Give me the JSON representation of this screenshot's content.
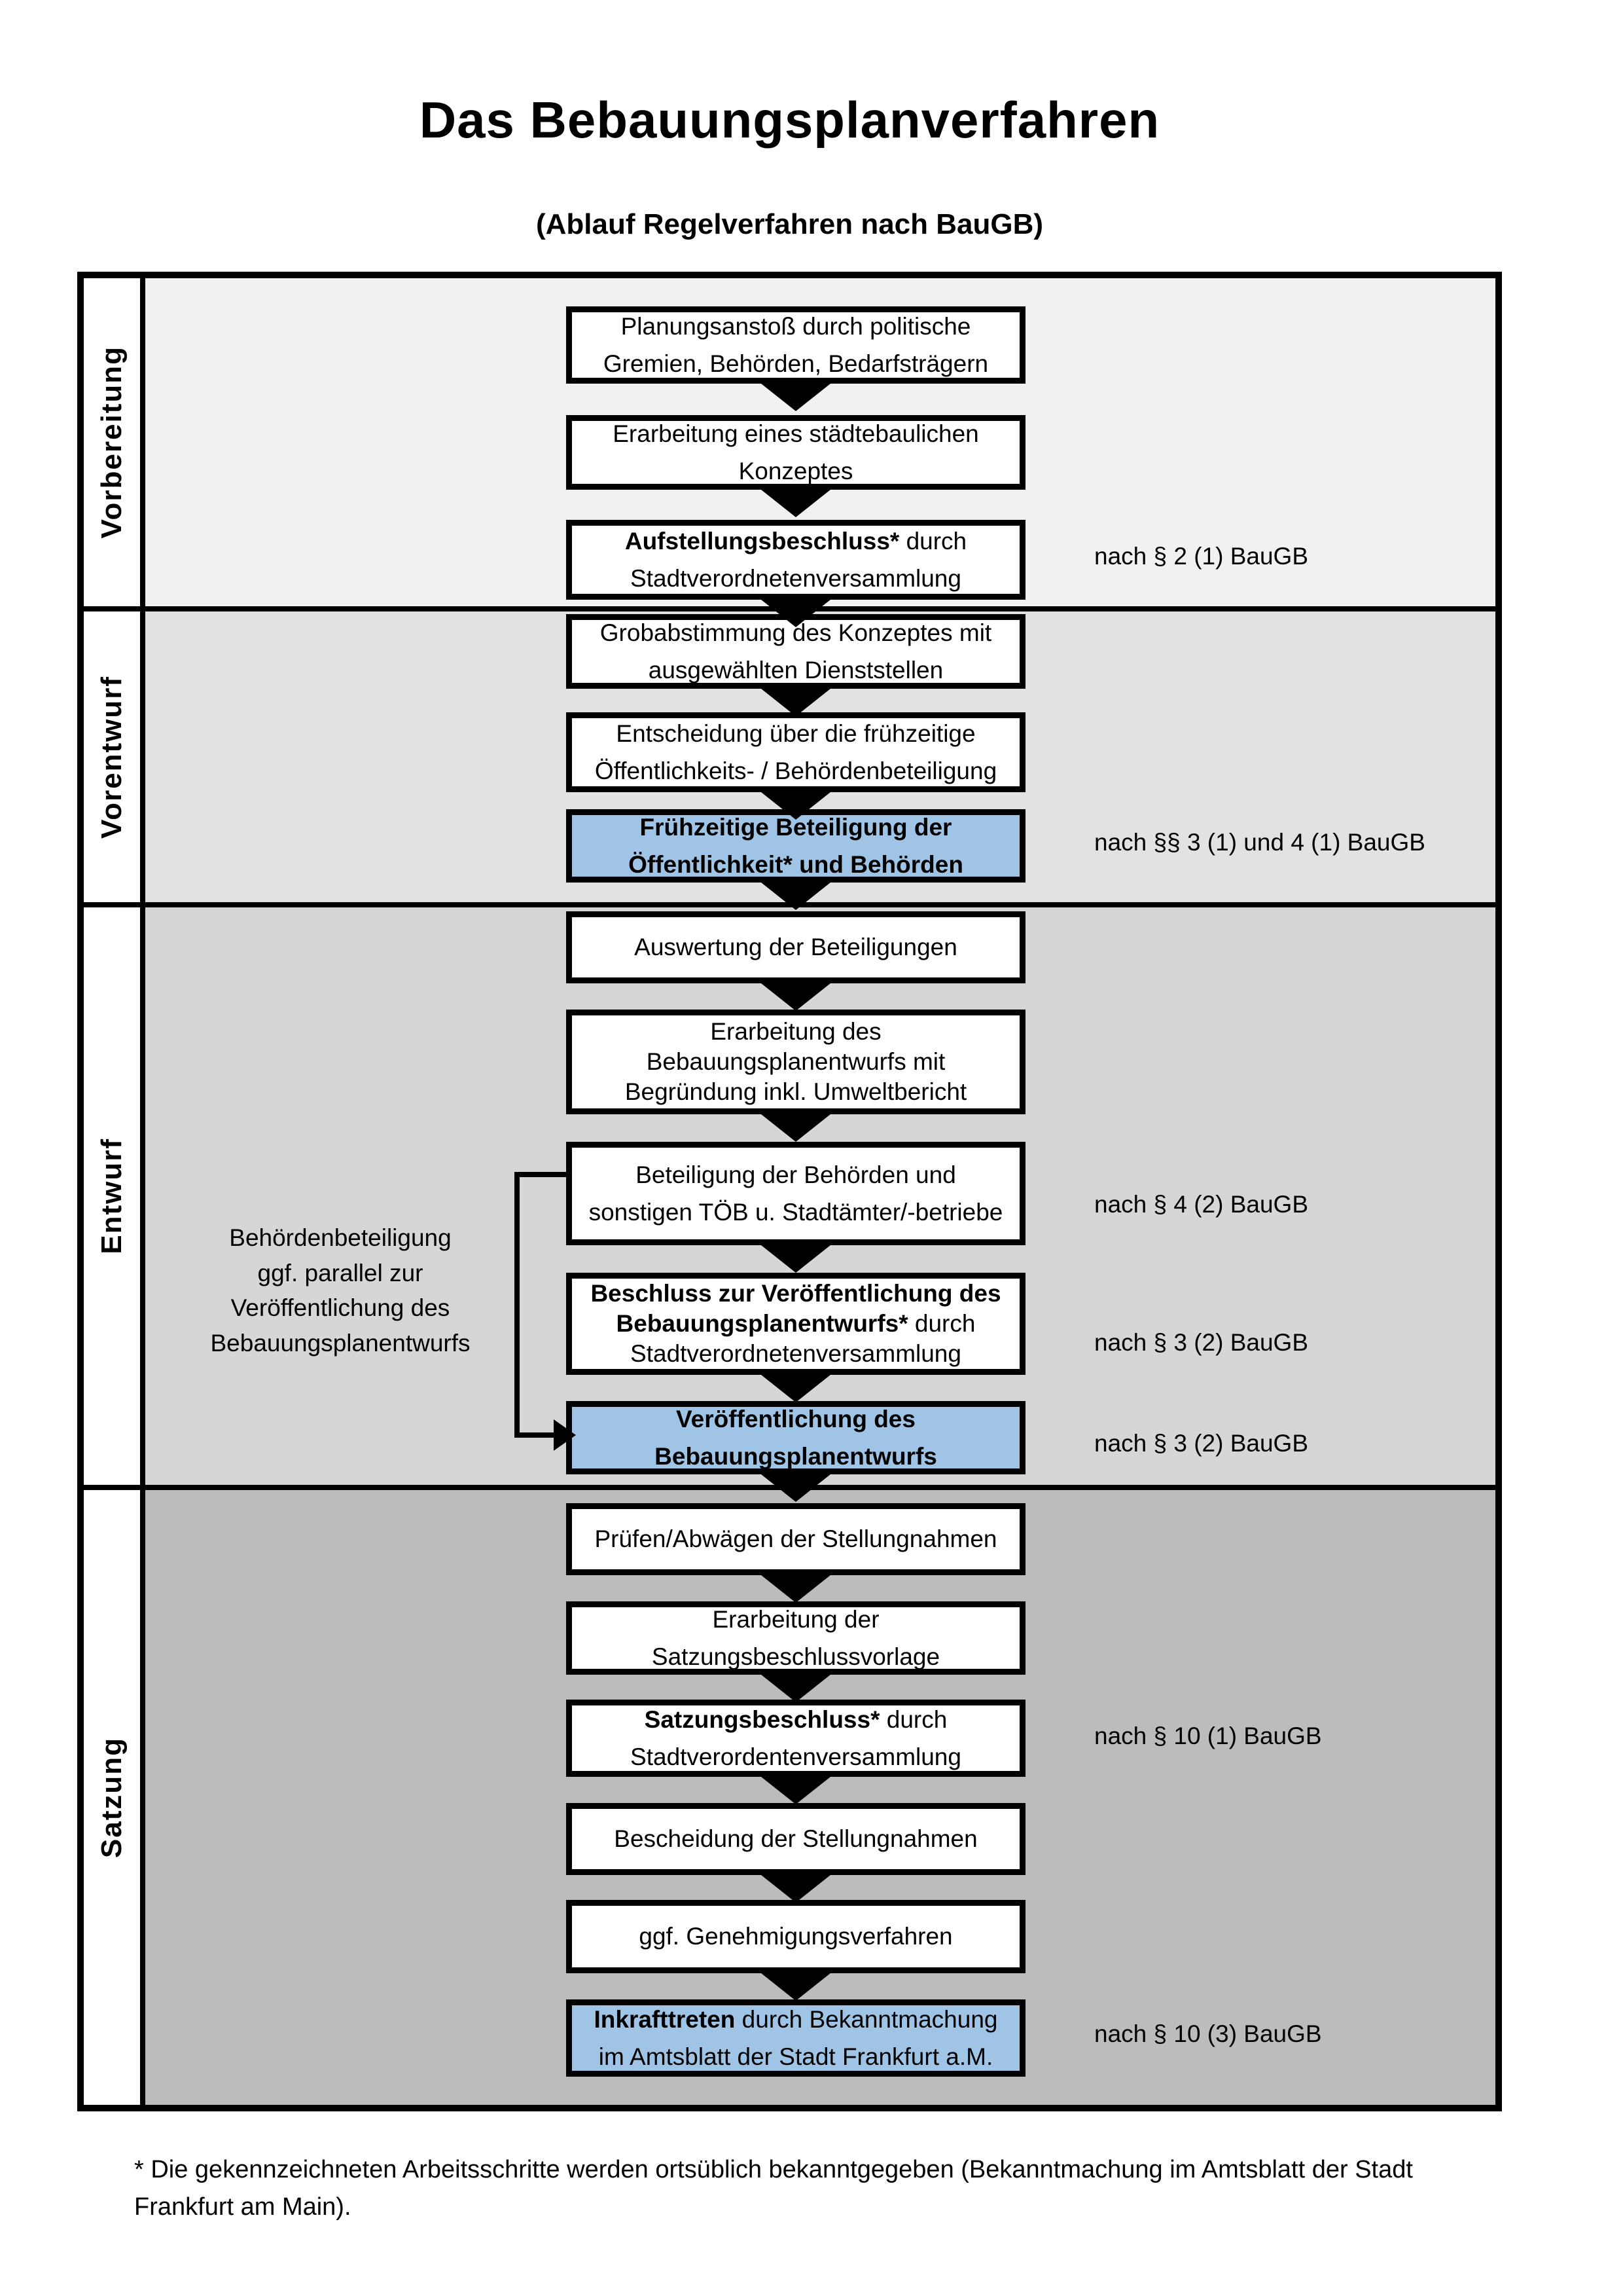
{
  "title": "Das Bebauungsplanverfahren",
  "subtitle": "(Ablauf Regelverfahren nach BauGB)",
  "colors": {
    "highlight_blue": "#a0c4e6",
    "band_vorbereitung": "#f1f1f1",
    "band_vorentwurf": "#e2e2e2",
    "band_entwurf": "#d6d6d6",
    "band_satzung": "#bcbcbc",
    "line_black": "#000000"
  },
  "phases": [
    {
      "id": "vorbereitung",
      "label": "Vorbereitung"
    },
    {
      "id": "vorentwurf",
      "label": "Vorentwurf"
    },
    {
      "id": "entwurf",
      "label": "Entwurf"
    },
    {
      "id": "satzung",
      "label": "Satzung"
    }
  ],
  "steps": [
    {
      "id": "planungsanstoss",
      "blue": false,
      "law": "",
      "lines": [
        [
          {
            "t": "Planungsanstoß durch politische",
            "b": false
          }
        ],
        [
          {
            "t": "Gremien, Behörden, Bedarfsträgern",
            "b": false
          }
        ]
      ]
    },
    {
      "id": "staedtebauliches-konzept",
      "blue": false,
      "law": "",
      "lines": [
        [
          {
            "t": "Erarbeitung eines städtebaulichen",
            "b": false
          }
        ],
        [
          {
            "t": "Konzeptes",
            "b": false
          }
        ]
      ]
    },
    {
      "id": "aufstellungsbeschluss",
      "blue": false,
      "law": "nach § 2 (1) BauGB",
      "lines": [
        [
          {
            "t": "Aufstellungsbeschluss*",
            "b": true
          },
          {
            "t": " durch",
            "b": false
          }
        ],
        [
          {
            "t": "Stadtverordnetenversammlung",
            "b": false
          }
        ]
      ]
    },
    {
      "id": "grobabstimmung",
      "blue": false,
      "law": "",
      "lines": [
        [
          {
            "t": "Grobabstimmung des Konzeptes mit",
            "b": false
          }
        ],
        [
          {
            "t": "ausgewählten Dienststellen",
            "b": false
          }
        ]
      ]
    },
    {
      "id": "entscheidung-fruehzeitige-beteiligung",
      "blue": false,
      "law": "",
      "lines": [
        [
          {
            "t": "Entscheidung über die frühzeitige",
            "b": false
          }
        ],
        [
          {
            "t": "Öffentlichkeits- / Behördenbeteiligung",
            "b": false
          }
        ]
      ]
    },
    {
      "id": "fruehzeitige-beteiligung",
      "blue": true,
      "law": "nach §§ 3 (1) und 4 (1) BauGB",
      "lines": [
        [
          {
            "t": "Frühzeitige Beteiligung der",
            "b": true
          }
        ],
        [
          {
            "t": "Öffentlichkeit* und Behörden",
            "b": true
          }
        ]
      ]
    },
    {
      "id": "auswertung-beteiligungen",
      "blue": false,
      "law": "",
      "lines": [
        [
          {
            "t": "Auswertung der Beteiligungen",
            "b": false
          }
        ]
      ]
    },
    {
      "id": "erarbeitung-bebauungsplanentwurf",
      "blue": false,
      "law": "",
      "lines": [
        [
          {
            "t": "Erarbeitung des",
            "b": false
          }
        ],
        [
          {
            "t": "Bebauungsplanentwurfs mit",
            "b": false
          }
        ],
        [
          {
            "t": "Begründung inkl. Umweltbericht",
            "b": false
          }
        ]
      ]
    },
    {
      "id": "beteiligung-behoerden-toeb",
      "blue": false,
      "law": "nach § 4 (2) BauGB",
      "lines": [
        [
          {
            "t": "Beteiligung der Behörden und",
            "b": false
          }
        ],
        [
          {
            "t": "sonstigen TÖB u. Stadtämter/-betriebe",
            "b": false
          }
        ]
      ]
    },
    {
      "id": "beschluss-veroeffentlichung",
      "blue": false,
      "law": "nach § 3 (2) BauGB",
      "lines": [
        [
          {
            "t": "Beschluss zur Veröffentlichung des",
            "b": true
          }
        ],
        [
          {
            "t": "Bebauungsplanentwurfs*",
            "b": true
          },
          {
            "t": " durch",
            "b": false
          }
        ],
        [
          {
            "t": "Stadtverordnetenversammlung",
            "b": false
          }
        ]
      ]
    },
    {
      "id": "veroeffentlichung-bebauungsplanentwurf",
      "blue": true,
      "law": "nach § 3 (2) BauGB",
      "lines": [
        [
          {
            "t": "Veröffentlichung des",
            "b": true
          }
        ],
        [
          {
            "t": "Bebauungsplanentwurfs",
            "b": true
          }
        ]
      ]
    },
    {
      "id": "pruefen-abwaegen-stellungnahmen",
      "blue": false,
      "law": "",
      "lines": [
        [
          {
            "t": "Prüfen/Abwägen der Stellungnahmen",
            "b": false
          }
        ]
      ]
    },
    {
      "id": "erarbeitung-satzungsbeschlussvorlage",
      "blue": false,
      "law": "",
      "lines": [
        [
          {
            "t": "Erarbeitung der",
            "b": false
          }
        ],
        [
          {
            "t": "Satzungsbeschlussvorlage",
            "b": false
          }
        ]
      ]
    },
    {
      "id": "satzungsbeschluss",
      "blue": false,
      "law": "nach § 10 (1) BauGB",
      "lines": [
        [
          {
            "t": "Satzungsbeschluss*",
            "b": true
          },
          {
            "t": " durch",
            "b": false
          }
        ],
        [
          {
            "t": "Stadtverordentenversammlung",
            "b": false
          }
        ]
      ]
    },
    {
      "id": "bescheidung-stellungnahmen",
      "blue": false,
      "law": "",
      "lines": [
        [
          {
            "t": "Bescheidung der Stellungnahmen",
            "b": false
          }
        ]
      ]
    },
    {
      "id": "genehmigungsverfahren",
      "blue": false,
      "law": "",
      "lines": [
        [
          {
            "t": "ggf. Genehmigungsverfahren",
            "b": false
          }
        ]
      ]
    },
    {
      "id": "inkrafttreten",
      "blue": true,
      "law": "nach § 10 (3) BauGB",
      "lines": [
        [
          {
            "t": "Inkrafttreten",
            "b": true
          },
          {
            "t": " durch Bekanntmachung",
            "b": false
          }
        ],
        [
          {
            "t": "im Amtsblatt der Stadt Frankfurt a.M.",
            "b": false
          }
        ]
      ]
    }
  ],
  "side_note_lines": [
    "Behördenbeteiligung",
    "ggf. parallel zur",
    "Veröffentlichung des",
    "Bebauungsplanentwurfs"
  ],
  "footnote_lines": [
    "* Die gekennzeichneten Arbeitsschritte werden ortsüblich bekanntgegeben (Bekanntmachung im Amtsblatt  der Stadt",
    "Frankfurt am Main)."
  ]
}
